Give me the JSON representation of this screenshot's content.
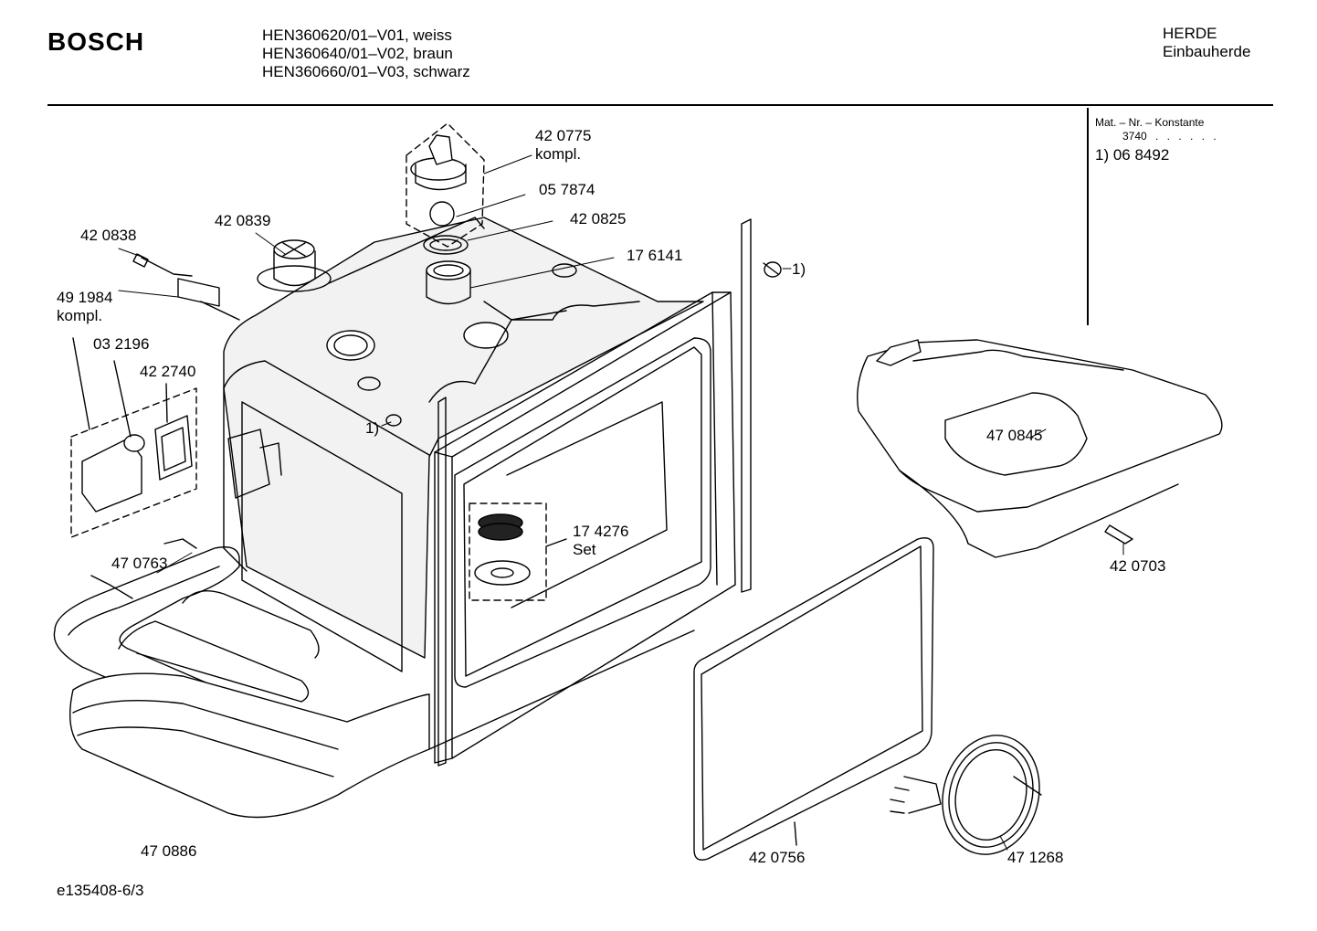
{
  "header": {
    "brand": "BOSCH",
    "models": [
      "HEN360620/01–V01, weiss",
      "HEN360640/01–V02, braun",
      "HEN360660/01–V03, schwarz"
    ],
    "category": [
      "HERDE",
      "Einbauherde"
    ]
  },
  "info_box": {
    "label": "Mat. – Nr. – Konstante",
    "value": "3740",
    "dots": ". . . . . .",
    "footnote": "1) 06 8492"
  },
  "parts": {
    "p420775": [
      "42 0775",
      "kompl."
    ],
    "p057874": "05 7874",
    "p420825": "42 0825",
    "p176141": "17 6141",
    "p420839": "42 0839",
    "p420838": "42 0838",
    "p491984": [
      "49 1984",
      "kompl."
    ],
    "p032196": "03 2196",
    "p422740": "42 2740",
    "p470763": "47 0763",
    "p470886": "47 0886",
    "p174276": [
      "17 4276",
      "Set"
    ],
    "p470845": "47 0845",
    "p420703": "42 0703",
    "p420756": "42 0756",
    "p471268": "47 1268",
    "ref_right": "1)",
    "ref_left": "1)"
  },
  "footer": {
    "code": "e135408-6/3"
  }
}
